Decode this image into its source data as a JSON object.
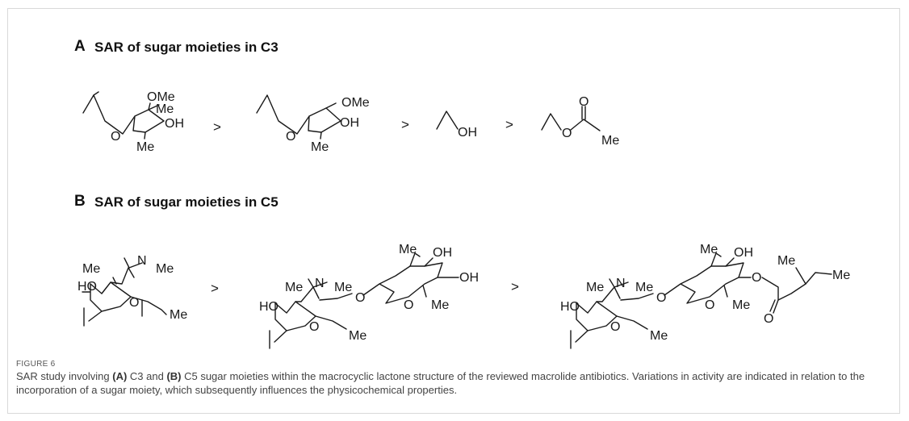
{
  "panel_a": {
    "letter": "A",
    "title": "SAR of sugar moieties in C3",
    "compound_1": {
      "ome": "OMe",
      "me_top": "Me",
      "oh": "OH",
      "o": "O",
      "me_bottom": "Me"
    },
    "compound_2": {
      "ome": "OMe",
      "oh": "OH",
      "o": "O",
      "me_bottom": "Me"
    },
    "compound_3": {
      "oh": "OH"
    },
    "compound_4": {
      "o_carbonyl": "O",
      "o_ester": "O",
      "me": "Me"
    },
    "comparators": [
      ">",
      ">",
      ">"
    ]
  },
  "panel_b": {
    "letter": "B",
    "title": "SAR of sugar moieties in C5",
    "compound_1": {
      "me_left": "Me",
      "n": "N",
      "me_right": "Me",
      "ho": "HO",
      "o": "O",
      "me_bottom": "Me"
    },
    "compound_2": {
      "me_left": "Me",
      "n": "N",
      "me_right": "Me",
      "ho": "HO",
      "o_ring": "O",
      "me_bottom": "Me",
      "o_link": "O",
      "me_top": "Me",
      "oh_top": "OH",
      "oh_right": "OH",
      "o_ring2": "O",
      "me_right2": "Me"
    },
    "compound_3": {
      "me_left": "Me",
      "n": "N",
      "me_right": "Me",
      "ho": "HO",
      "o_ring": "O",
      "me_bottom": "Me",
      "o_link": "O",
      "me_top": "Me",
      "oh_top": "OH",
      "o_ring2": "O",
      "me_right2": "Me",
      "o_ester": "O",
      "o_carbonyl": "O",
      "me_iso1": "Me",
      "me_iso2": "Me"
    },
    "comparators": [
      ">",
      ">"
    ]
  },
  "figure": {
    "label": "FIGURE 6",
    "caption_part1": "SAR study involving ",
    "caption_a": "(A)",
    "caption_part2": " C3 and ",
    "caption_b": "(B)",
    "caption_part3": " C5 sugar moieties within the macrocyclic lactone structure of the reviewed macrolide antibiotics. Variations in activity are indicated in relation to the incorporation of a sugar moiety, which subsequently influences the physicochemical properties."
  }
}
